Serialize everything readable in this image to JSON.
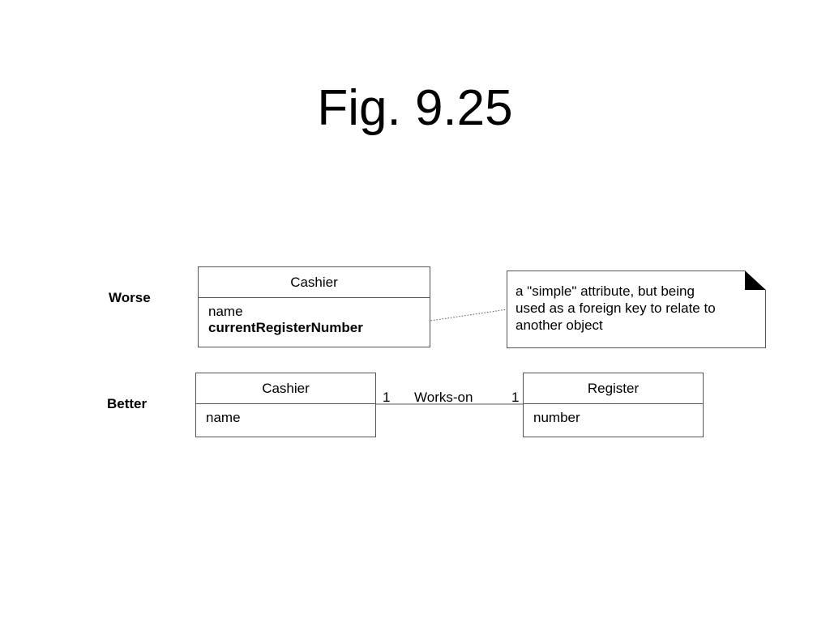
{
  "title": "Fig. 9.25",
  "worse": {
    "label": "Worse",
    "cashier_class": {
      "name": "Cashier",
      "attr_name": "name",
      "attr_register": "currentRegisterNumber"
    },
    "note": {
      "line1": "a \"simple\" attribute, but being",
      "line2": "used as a foreign key to relate to",
      "line3": "another object"
    }
  },
  "better": {
    "label": "Better",
    "cashier_class": {
      "name": "Cashier",
      "attr_name": "name"
    },
    "register_class": {
      "name": "Register",
      "attr_number": "number"
    },
    "association": {
      "name": "Works-on",
      "left_mult": "1",
      "right_mult": "1"
    }
  }
}
